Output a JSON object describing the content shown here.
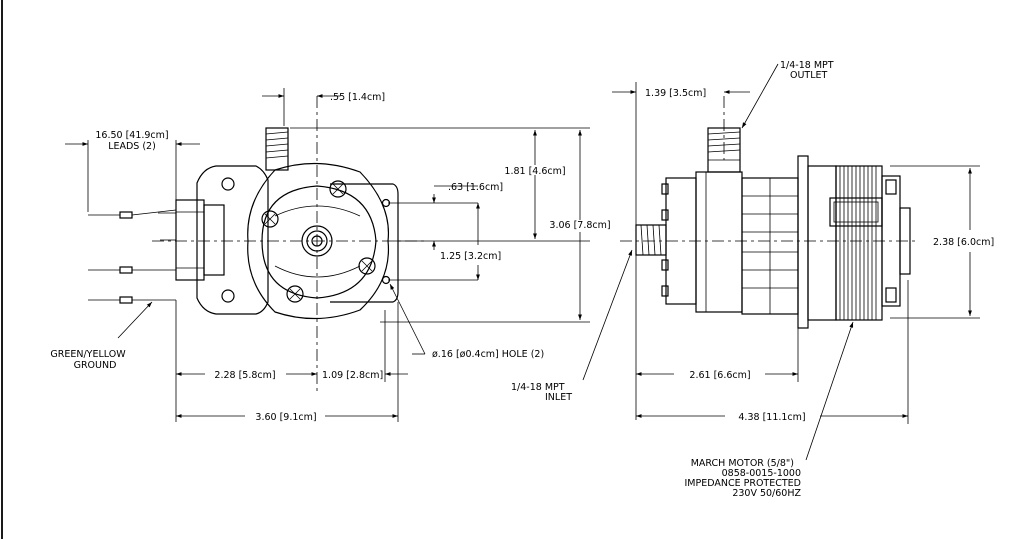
{
  "front_view": {
    "leads_dim": "16.50 [41.9cm]",
    "leads_count": "LEADS (2)",
    "offset_top": ".55 [1.4cm]",
    "height_upper": "1.81 [4.6cm]",
    "height_total": "3.06 [7.8cm]",
    "hole_offset": ".63 [1.6cm]",
    "hole_spacing": "1.25 [3.2cm]",
    "ground_line1": "GREEN/YELLOW",
    "ground_line2": "GROUND",
    "hole_note": "ø.16 [ø0.4cm] HOLE (2)",
    "width_left": "2.28 [5.8cm]",
    "width_right": "1.09 [2.8cm]",
    "width_total": "3.60 [9.1cm]"
  },
  "side_view": {
    "offset_top": "1.39 [3.5cm]",
    "outlet_line1": "1/4-18 MPT",
    "outlet_line2": "OUTLET",
    "motor_height": "2.38 [6.0cm]",
    "inlet_line1": "1/4-18 MPT",
    "inlet_line2": "INLET",
    "depth_head": "2.61 [6.6cm]",
    "depth_total": "4.38 [11.1cm]",
    "motor_line1": "MARCH MOTOR (5/8\")",
    "motor_line2": "0858-0015-1000",
    "motor_line3": "IMPEDANCE PROTECTED",
    "motor_line4": "230V 50/60HZ"
  }
}
